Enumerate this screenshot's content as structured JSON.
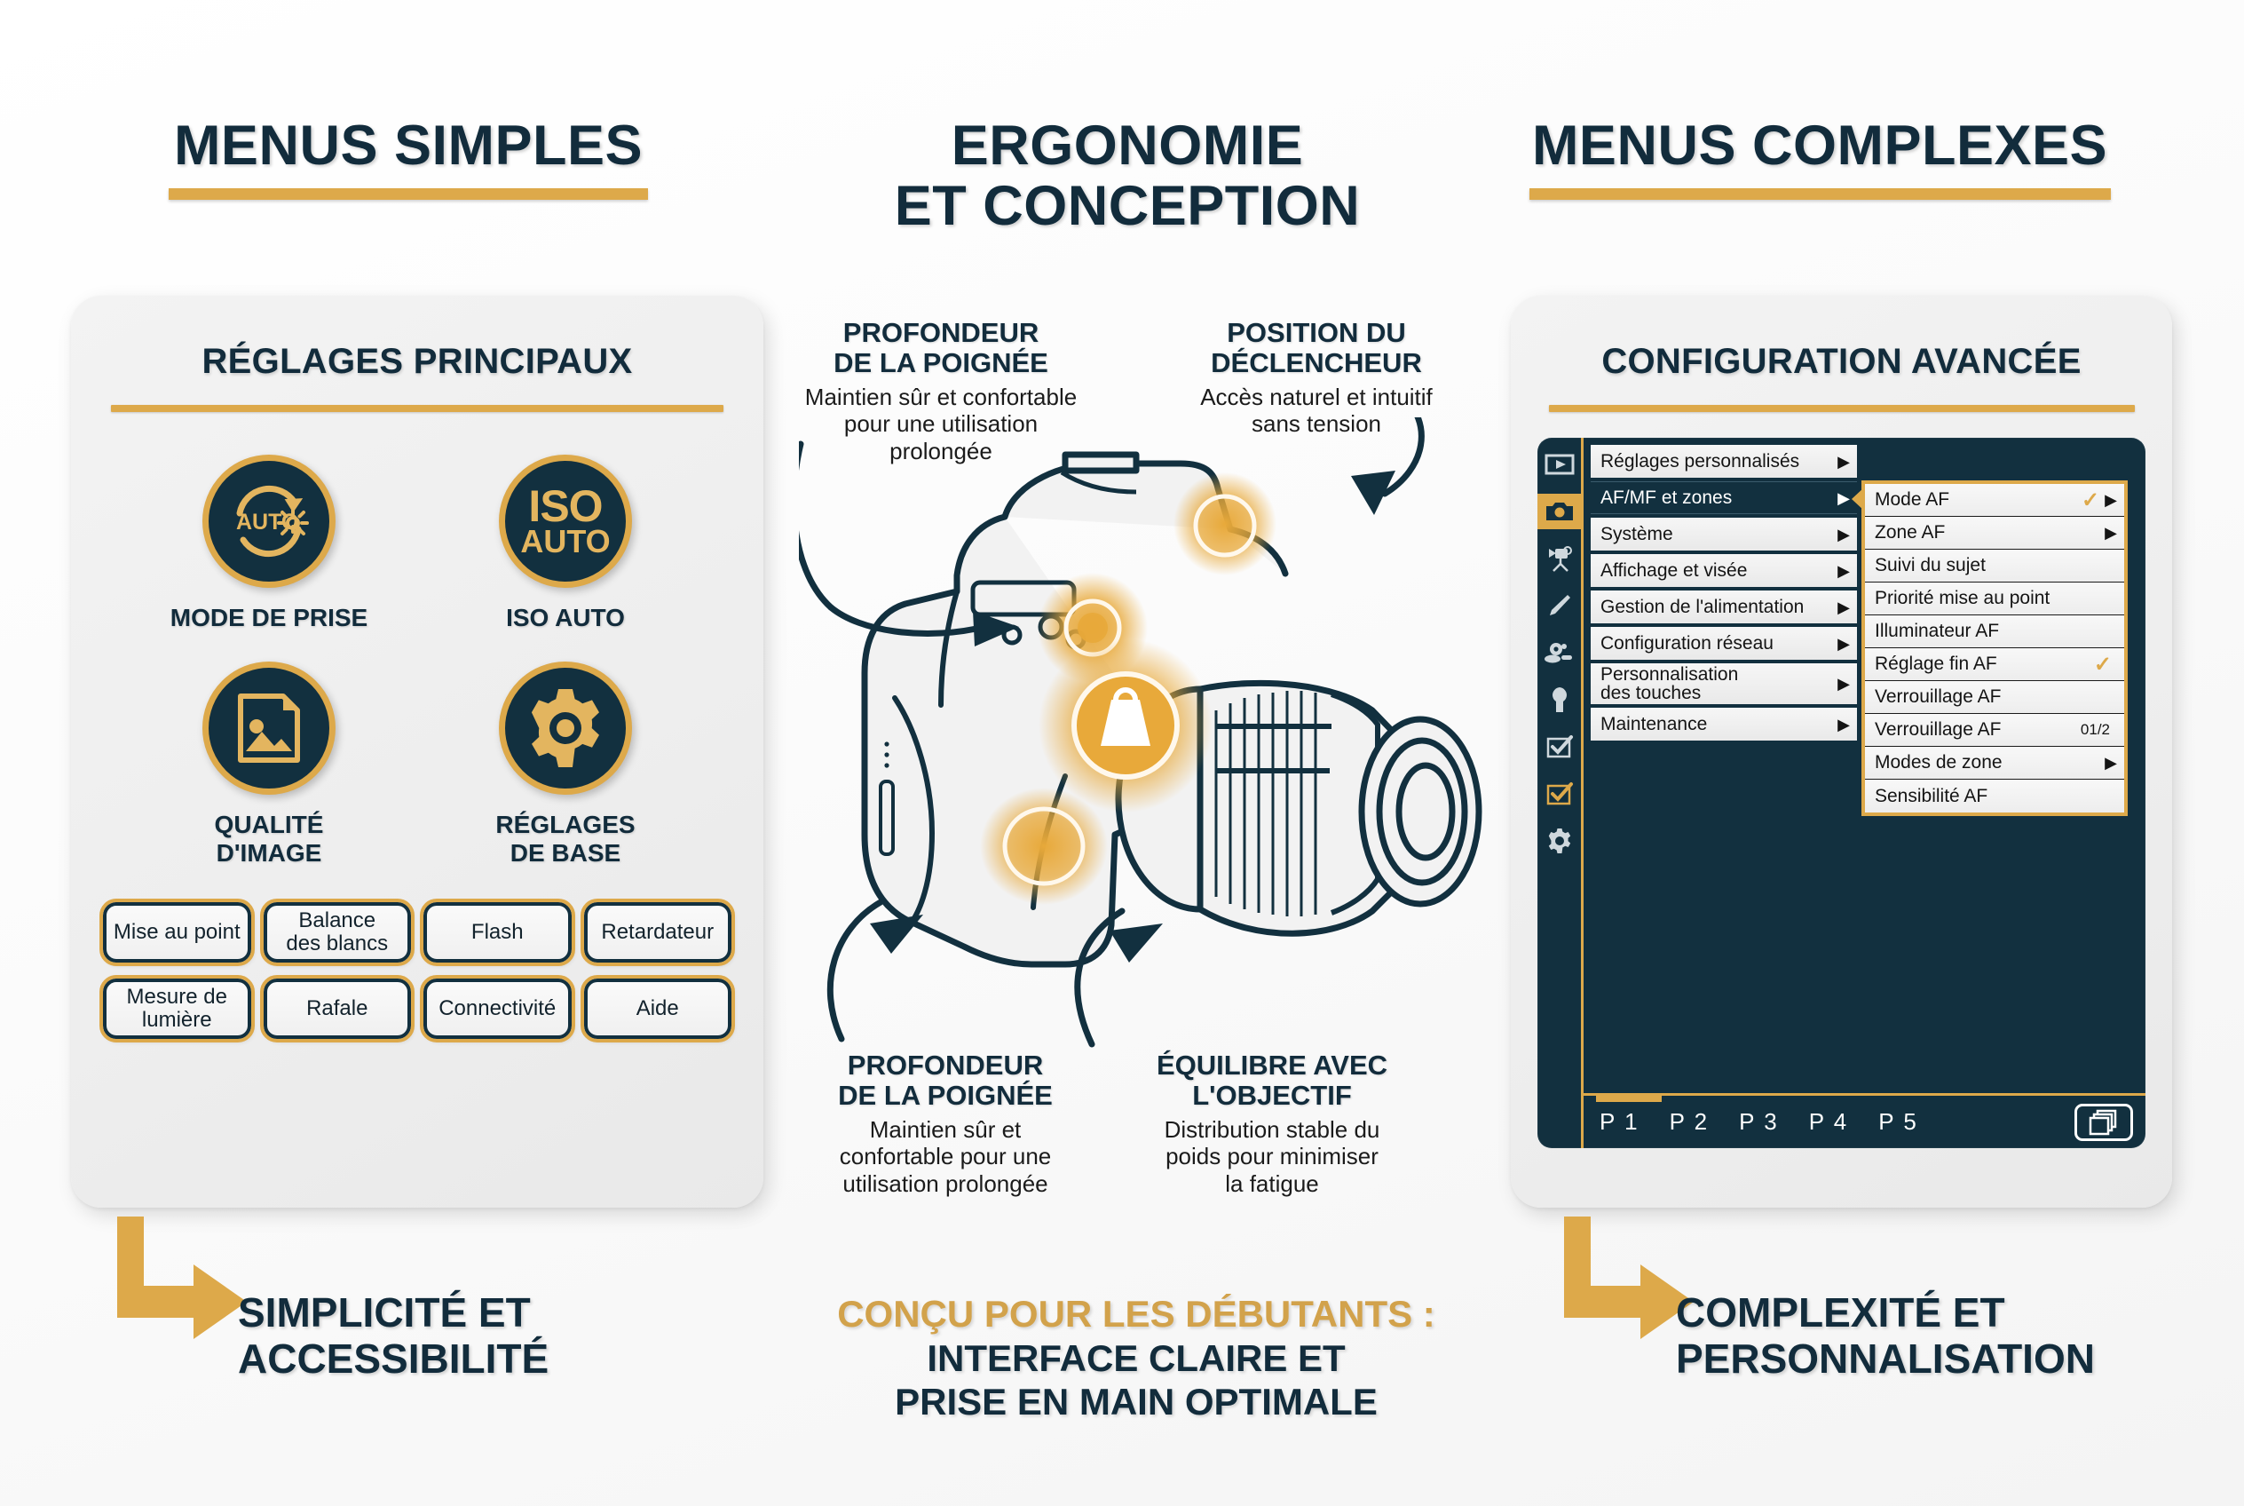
{
  "headings": {
    "left": "MENUS SIMPLES",
    "middle": "ERGONOMIE\nET CONCEPTION",
    "right": "MENUS COMPLEXES"
  },
  "colors": {
    "gold": "#DDA94A",
    "navy": "#12303F",
    "panel": "#EFEFEF",
    "text_dark": "#122C3C"
  },
  "left_panel": {
    "title": "RÉGLAGES PRINCIPAUX",
    "icons": [
      {
        "icon": "auto-mode-icon",
        "label": "MODE DE PRISE"
      },
      {
        "icon": "iso-auto-icon",
        "label": "ISO AUTO",
        "iso_top": "ISO",
        "iso_bottom": "AUTO"
      },
      {
        "icon": "image-quality-icon",
        "label": "QUALITÉ\nD'IMAGE"
      },
      {
        "icon": "gear-icon",
        "label": "RÉGLAGES\nDE BASE"
      }
    ],
    "chips": [
      "Mise au point",
      "Balance\ndes blancs",
      "Flash",
      "Retardateur",
      "Mesure de\nlumière",
      "Rafale",
      "Connectivité",
      "Aide"
    ]
  },
  "right_panel": {
    "title": "CONFIGURATION AVANCÉE",
    "rail_icons": [
      "playback-icon",
      "camera-icon",
      "video-tripod-icon",
      "pencil-icon",
      "retouch-icon",
      "wrench-icon",
      "checkbox-icon",
      "checkbox-gold-icon",
      "gear-icon"
    ],
    "rail_active_index": 1,
    "menu": [
      {
        "label": "Réglages personnalisés",
        "arrow": true,
        "selected": false
      },
      {
        "label": "AF/MF et zones",
        "arrow": true,
        "selected": true
      },
      {
        "label": "Système",
        "arrow": true,
        "selected": false
      },
      {
        "label": "Affichage et visée",
        "arrow": true,
        "selected": false
      },
      {
        "label": "Gestion de l'alimentation",
        "arrow": true,
        "selected": false
      },
      {
        "label": "Configuration réseau",
        "arrow": true,
        "selected": false
      },
      {
        "label": "Personnalisation\ndes touches",
        "arrow": true,
        "selected": false,
        "tall": true
      },
      {
        "label": "Maintenance",
        "arrow": true,
        "selected": false
      }
    ],
    "submenu": [
      {
        "label": "Mode AF",
        "check": true,
        "arrow": true,
        "badge": ""
      },
      {
        "label": "Zone AF",
        "check": false,
        "arrow": true,
        "badge": ""
      },
      {
        "label": "Suivi du sujet",
        "check": false,
        "arrow": false,
        "badge": ""
      },
      {
        "label": "Priorité mise au point",
        "check": false,
        "arrow": false,
        "badge": ""
      },
      {
        "label": "Illuminateur AF",
        "check": false,
        "arrow": false,
        "badge": ""
      },
      {
        "label": "Réglage fin AF",
        "check": true,
        "arrow": false,
        "badge": ""
      },
      {
        "label": "Verrouillage AF",
        "check": false,
        "arrow": false,
        "badge": ""
      },
      {
        "label": "Verrouillage AF",
        "check": false,
        "arrow": false,
        "badge": "01/2"
      },
      {
        "label": "Modes de zone",
        "check": false,
        "arrow": true,
        "badge": ""
      },
      {
        "label": "Sensibilité AF",
        "check": false,
        "arrow": false,
        "badge": ""
      }
    ],
    "page_tabs": [
      "P 1",
      "P 2",
      "P 3",
      "P 4",
      "P 5"
    ],
    "active_page_tab": "P 1",
    "copy_button_icon": "copy-pages-icon"
  },
  "center_callouts": [
    {
      "id": "top-left",
      "title": "PROFONDEUR\nDE LA POIGNÉE",
      "desc": "Maintien sûr et confortable\npour une utilisation\nprolongée"
    },
    {
      "id": "top-right",
      "title": "POSITION DU\nDÉCLENCHEUR",
      "desc": "Accès naturel et intuitif\nsans tension"
    },
    {
      "id": "bottom-left",
      "title": "PROFONDEUR\nDE LA POIGNÉE",
      "desc": "Maintien sûr et\nconfortable pour une\nutilisation prolongée"
    },
    {
      "id": "bottom-right",
      "title": "ÉQUILIBRE AVEC\nL'OBJECTIF",
      "desc": "Distribution stable du\npoids pour minimiser\nla fatigue"
    }
  ],
  "footers": {
    "left": "SIMPLICITÉ ET\nACCESSIBILITÉ",
    "middle_gold": "CONÇU POUR LES DÉBUTANTS :",
    "middle_dark": "INTERFACE CLAIRE ET\nPRISE EN MAIN OPTIMALE",
    "right": "COMPLEXITÉ ET\nPERSONNALISATION"
  }
}
